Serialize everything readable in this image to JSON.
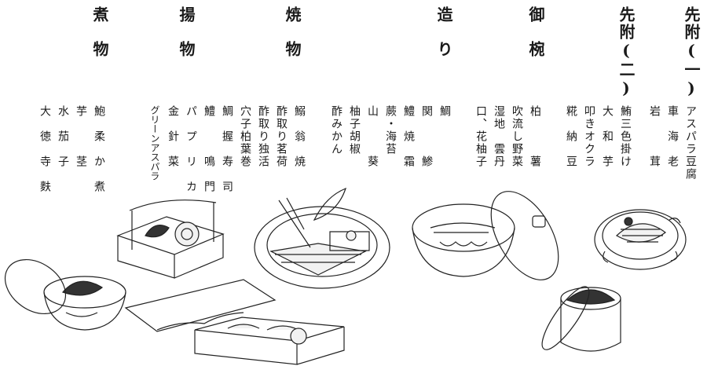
{
  "courses": [
    {
      "title": "先附(一)",
      "items": [
        "アスパラ豆腐",
        "車　海　老",
        "岩　　　茸"
      ]
    },
    {
      "title": "先附(二)",
      "items": [
        "鮪三色掛け",
        "大　和　芋",
        "叩きオクラ",
        "糀　納　豆"
      ]
    },
    {
      "title": "御　椀",
      "items": [
        "柏　　　薯",
        "吹流し野菜",
        "湿地　雲丹",
        "口、花柚子"
      ]
    },
    {
      "title": "造　り",
      "items": [
        "鯛",
        "関　　　鯵",
        "鱧　焼　霜",
        "蕨・海苔",
        "山　　　葵",
        "柚子胡椒",
        "酢みかん"
      ]
    },
    {
      "title": "焼　物",
      "items": [
        "鰯　翁　焼",
        "酢取り茗荷",
        "酢取り独活",
        "穴子柏葉巻",
        "鯛　握　寿　司"
      ]
    },
    {
      "title": "揚　物",
      "items": [
        "鱧　　　鳴　門",
        "パ　プ　リ　カ",
        "金　針　菜",
        "グリーンアスパラ"
      ]
    },
    {
      "title": "煮　物",
      "items": [
        "鮑　柔　か　煮",
        "芋　　　茎",
        "水　茄　子",
        "大　徳　寺　麩"
      ]
    }
  ]
}
